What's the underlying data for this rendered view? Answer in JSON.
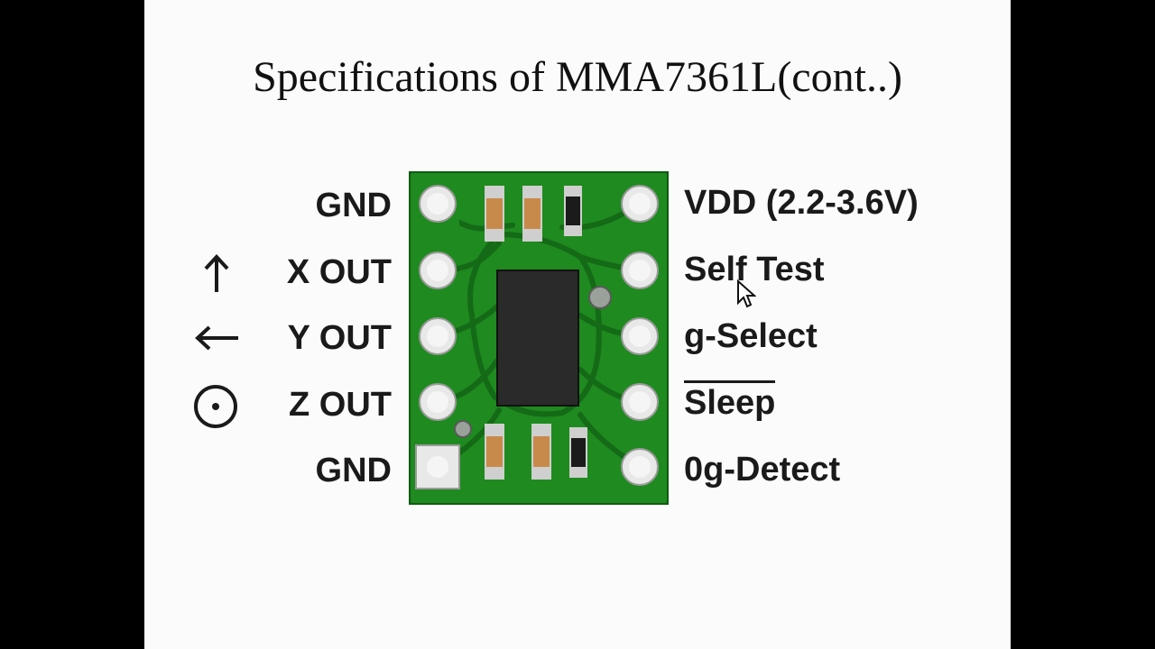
{
  "title": "Specifications of MMA7361L(cont..)",
  "left_pins": [
    {
      "label": "GND",
      "axis_icon": ""
    },
    {
      "label": "X OUT",
      "axis_icon": "arrow-up-icon"
    },
    {
      "label": "Y OUT",
      "axis_icon": "arrow-left-icon"
    },
    {
      "label": "Z OUT",
      "axis_icon": "circle-dot-icon"
    },
    {
      "label": "GND",
      "axis_icon": ""
    }
  ],
  "right_pins": [
    {
      "label": "VDD (2.2-3.6V)"
    },
    {
      "label": "Self Test"
    },
    {
      "label": "g-Select"
    },
    {
      "label": "Sleep",
      "overline": true
    },
    {
      "label": "0g-Detect"
    }
  ],
  "colors": {
    "pcb": "#1f8a1f",
    "pcb_dark": "#0f5c12",
    "chip": "#2a2a2a",
    "pad": "#e8e8e8",
    "capacitor": "#c88a4a",
    "text": "#1a1a1a"
  }
}
